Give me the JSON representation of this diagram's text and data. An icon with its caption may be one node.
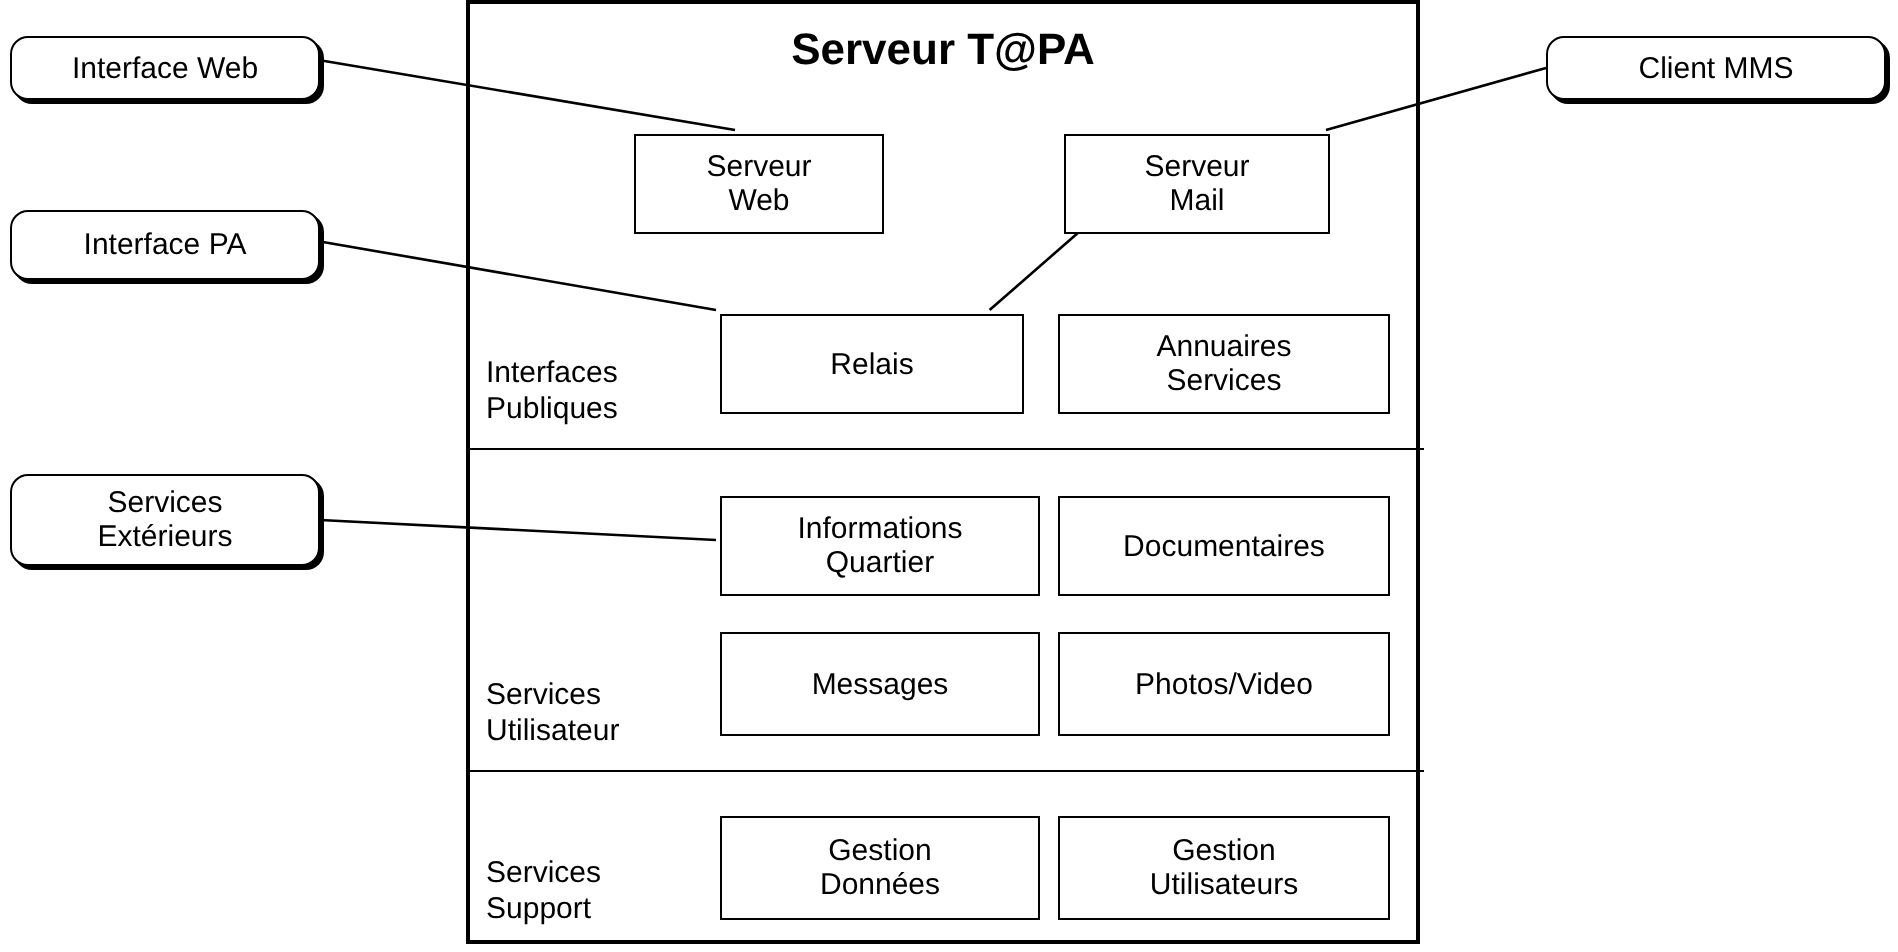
{
  "diagram": {
    "nodes": [
      {
        "text": [
          "Serveur T@PA"
        ]
      },
      {
        "text": [
          "Interfaces Publiques"
        ],
        "in": 0
      },
      {
        "text": [
          "Serveur Web"
        ],
        "in": 1
      },
      {
        "text": [
          "Serveur Mail"
        ],
        "in": 1
      },
      {
        "text": [
          "Relais"
        ],
        "in": 1
      },
      {
        "text": [
          "Annuaires Services"
        ],
        "in": 1
      },
      {
        "text": [
          "Services Utilisateur"
        ],
        "in": 0
      },
      {
        "text": [
          "Informations Quartier"
        ],
        "in": 6
      },
      {
        "text": [
          "Documentaires"
        ],
        "in": 6
      },
      {
        "text": [
          "Messages"
        ],
        "in": 6
      },
      {
        "text": [
          "Photos/Video"
        ],
        "in": 6
      },
      {
        "text": [
          "Services Support"
        ],
        "in": 0
      },
      {
        "text": [
          "Gestion Données"
        ],
        "in": 11
      },
      {
        "text": [
          "Gestion Utilisateurs"
        ],
        "in": 11
      },
      {
        "text": [
          "Interface Web"
        ]
      },
      {
        "text": [
          "Client MMS"
        ]
      },
      {
        "text": [
          "Interface PA"
        ]
      },
      {
        "text": [
          "Services Extérieurs"
        ]
      }
    ],
    "edges": [
      {
        "from": 14,
        "to": 2,
        "arrow": "none"
      },
      {
        "from": 15,
        "to": 3,
        "arrow": "none"
      },
      {
        "from": 16,
        "to": 4,
        "arrow": "none"
      },
      {
        "from": 3,
        "to": 4,
        "arrow": "none"
      },
      {
        "from": 17,
        "to": 7,
        "arrow": "none"
      }
    ]
  }
}
